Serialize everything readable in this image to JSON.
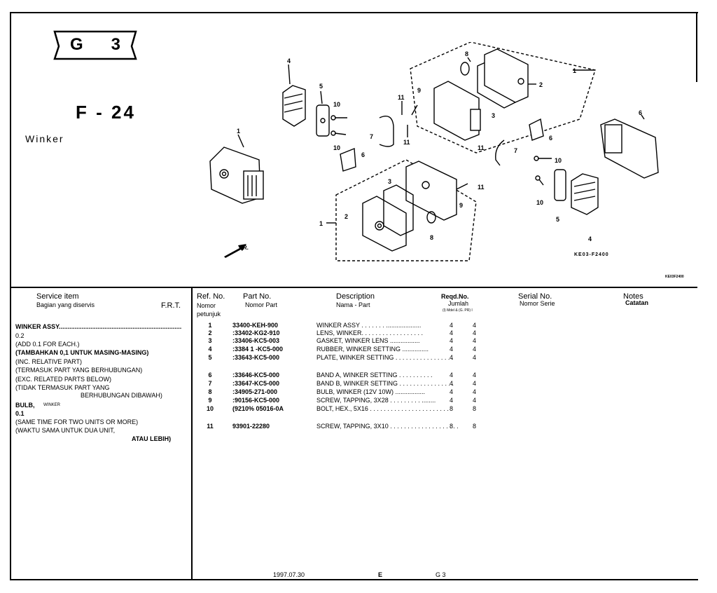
{
  "header": {
    "badge": [
      "G",
      "3"
    ],
    "figure_no": "F - 24",
    "title": "Winker"
  },
  "diagram": {
    "code": "KE03-F2400",
    "side_code": "KE03F2400",
    "arrow_label": "FR."
  },
  "table_header": {
    "service_item": "Service      item",
    "service_item_id": "Bagian yang diservis",
    "frt": "F.R.T.",
    "ref_no": "Ref. No.",
    "ref_no_id": [
      "Nomor",
      "petunjuk"
    ],
    "part_no": "Part  No.",
    "part_no_id": "Nomor Part",
    "description": "Description",
    "description_id": "Nama  -  Part",
    "reqd_no": "Reqd.No.",
    "reqd_no_id": "Jumlah",
    "reqd_cols": "(I) Mdel & (G. PR) I",
    "serial_no": "Serial No.",
    "serial_no_id": "Nomor Serie",
    "notes": "Notes",
    "notes_id": "Catatan"
  },
  "service_lines": [
    "WINKER  ASSY......................................................................",
    "0.2",
    "(ADD 0.1 FOR EACH.)",
    "(TAMBAHKAN 0,1 UNTUK MASING-MASING)",
    "(INC.  RELATIVE  PART)",
    "(TERMASUK PART YANG BERHUBUNGAN)",
    "(EXC.  RELATED  PARTS  BELOW)",
    "(TIDAK TERMASUK PART YANG",
    "BERHUBUNGAN   DIBAWAH)",
    "BULB,",
    "0.1",
    "(SAME TIME FOR TWO UNITS OR MORE)",
    "(WAKTU SAMA UNTUK DUA UNIT,",
    "ATAU LEBIH)"
  ],
  "bulb_sub": "WINKER",
  "rows": [
    {
      "ref": "1",
      "part": "33400-KEH-900",
      "desc": "WINKER ASSY . . . . . . . ....................",
      "q1": "4",
      "q2": "4"
    },
    {
      "ref": "2",
      "part": ":33402-KG2-910",
      "desc": "LENS, WINKER. . . . . . . . . . . . . . . . . .",
      "q1": "4",
      "q2": "4"
    },
    {
      "ref": "3",
      "part": ":33406-KC5-003",
      "desc": "GASKET,  WINKER LENS .................",
      "q1": "4",
      "q2": "4"
    },
    {
      "ref": "4",
      "part": ":3384 1 -KC5-000",
      "desc": "RUBBER,  WINKER  SETTING ...............",
      "q1": "4",
      "q2": "4"
    },
    {
      "ref": "5",
      "part": ":33643-KC5-000",
      "desc": "PLATE,  WINKER SETTING . . . . . . . . . . . . . . . . .",
      "q1": "4",
      "q2": "4"
    },
    {
      "ref": "6",
      "part": ":33646-KC5-000",
      "desc": "BAND A, WINKER SETTING . . . . . . . . . .",
      "q1": "4",
      "q2": "4"
    },
    {
      "ref": "7",
      "part": ":33647-KC5-000",
      "desc": "BAND B, WINKER SETTING . . . . . . . . . . . . . . . .",
      "q1": "4",
      "q2": "4"
    },
    {
      "ref": "8",
      "part": ":34905-271-000",
      "desc": "BULB,  WINKER  (12V  10W) .................",
      "q1": "4",
      "q2": "4"
    },
    {
      "ref": "9",
      "part": ":90156-KC5-000",
      "desc": "SCREW, TAPPING, 3X28 . . . . . . . . . ........",
      "q1": "4",
      "q2": "4"
    },
    {
      "ref": "10",
      "part": "(9210%  05016-0A",
      "desc": "BOLT,   HEX.,  5X16 . . . . . . . . . . . . . . . . . . . . . . .",
      "q1": "8",
      "q2": "8"
    },
    {
      "ref": "11",
      "part": "93901-22280",
      "desc": "SCREW,  TAPPING,  3X10 . . . . . . . . . . . . . . . . . . . .",
      "q1": "8",
      "q2": "8"
    }
  ],
  "footer": {
    "date": "1997.07.30",
    "lang": "E",
    "page": "G 3"
  }
}
